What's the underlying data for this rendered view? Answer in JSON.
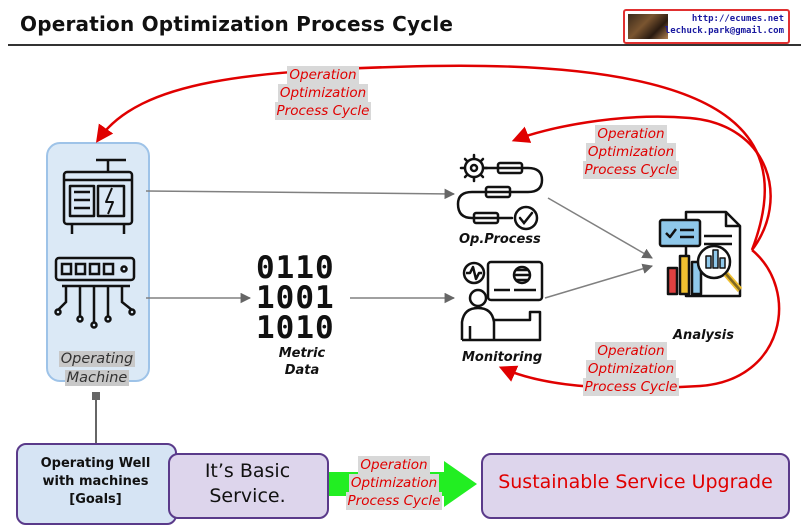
{
  "header": {
    "title": "Operation Optimization Process Cycle",
    "url": "http://ecumes.net",
    "email": "lechuck.park@gmail.com"
  },
  "cycle_label": {
    "line1": "Operation",
    "line2": "Optimization",
    "line3": "Process Cycle"
  },
  "machine": {
    "line1": "Operating",
    "line2": "Machine"
  },
  "metric": {
    "rows": [
      "0110",
      "1001",
      "1010"
    ],
    "line1": "Metric",
    "line2": "Data"
  },
  "nodes": {
    "op_process": "Op.Process",
    "monitoring": "Monitoring",
    "analysis": "Analysis"
  },
  "goals": {
    "line1": "Operating Well",
    "line2": "with machines",
    "line3": "[Goals]"
  },
  "basic": {
    "line1": "It’s Basic",
    "line2": "Service."
  },
  "upgrade": "Sustainable Service Upgrade",
  "colors": {
    "cycle_red": "#e00000",
    "flow_gray": "#808080",
    "green_arrow": "#22ee22",
    "machine_panel": "#dbe9f6",
    "box_border": "#5a3a8a"
  }
}
